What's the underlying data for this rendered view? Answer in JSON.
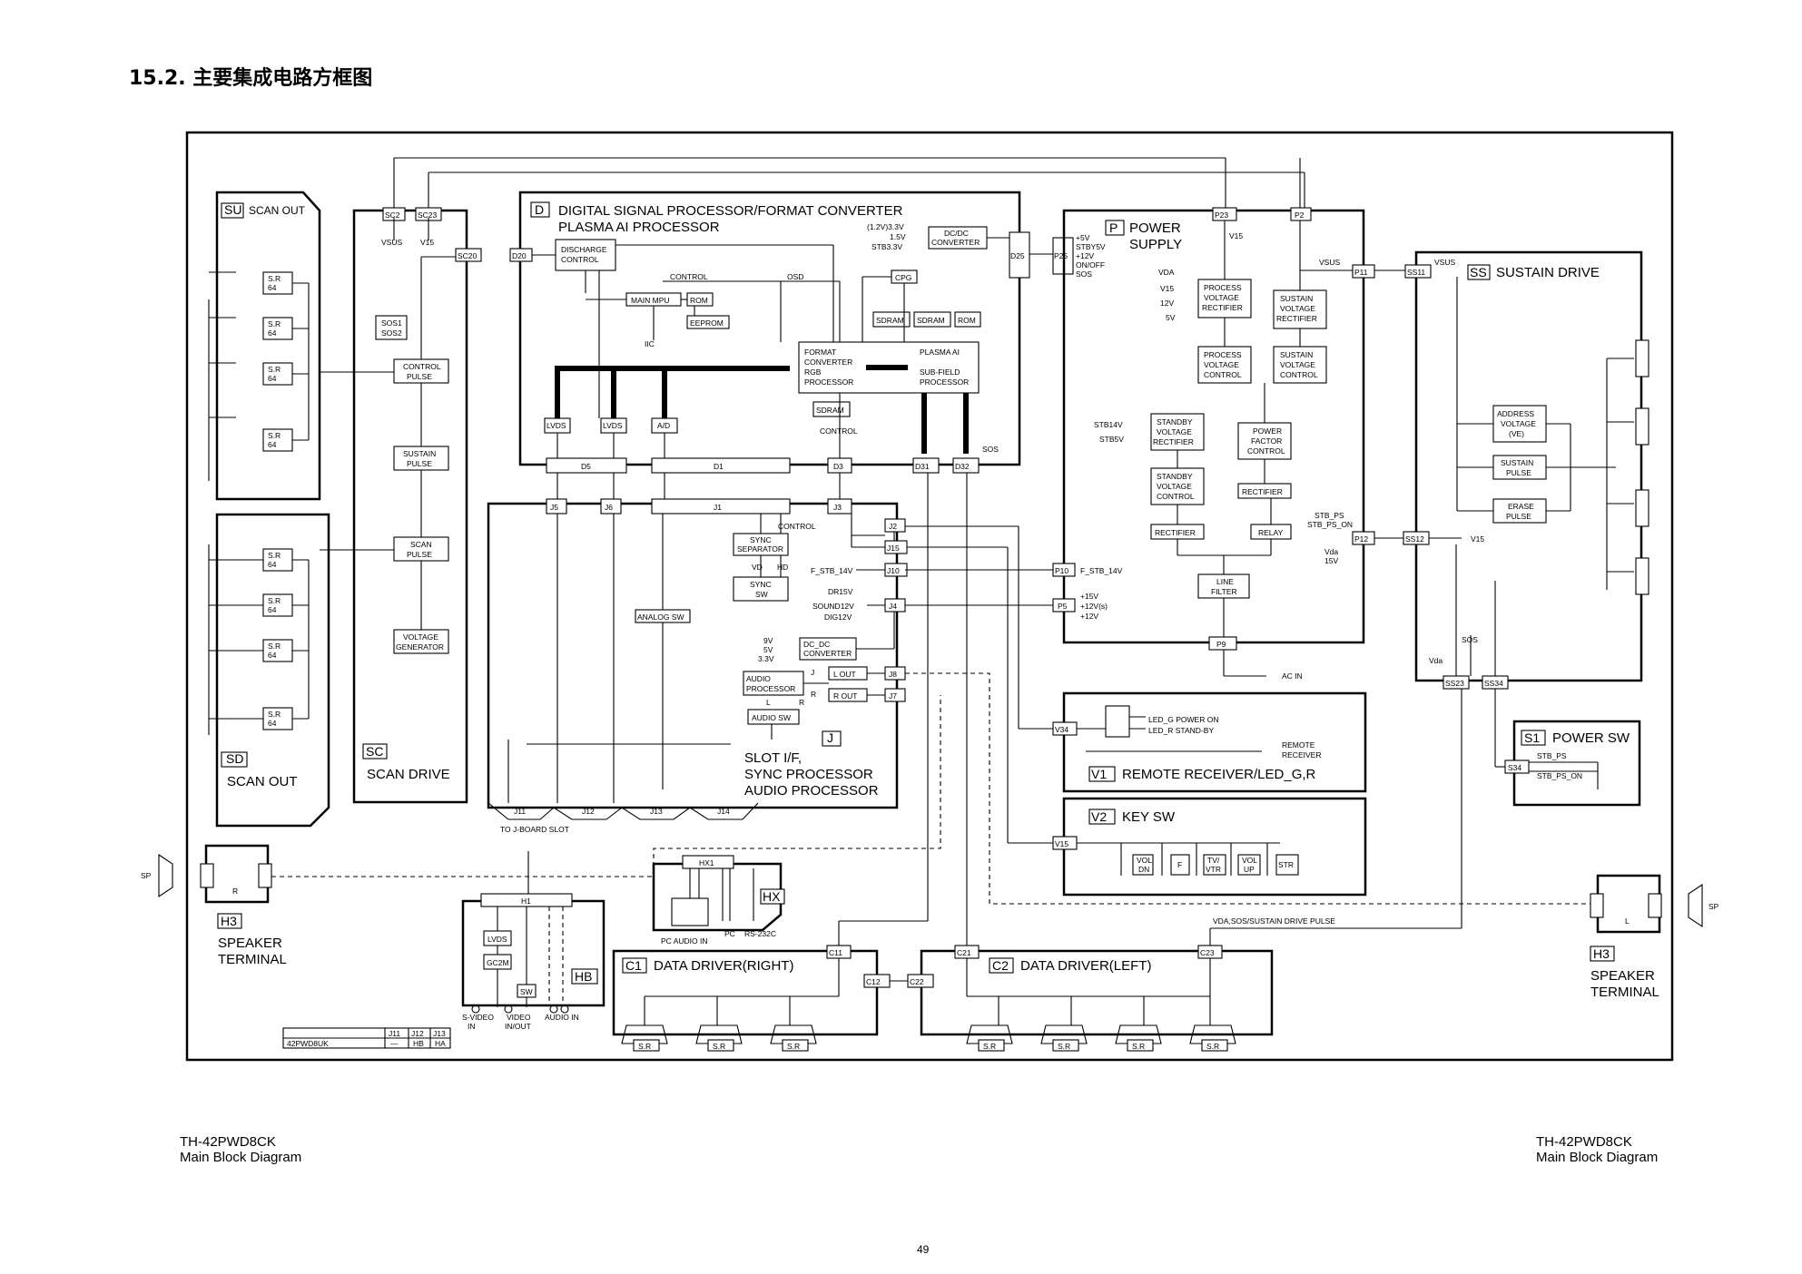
{
  "page": {
    "section_title": "15.2.  主要集成电路方框图",
    "footer_left_model": "TH-42PWD8CK",
    "footer_left_caption": "Main Block Diagram",
    "footer_right_model": "TH-42PWD8CK",
    "footer_right_caption": "Main Block Diagram",
    "page_number": "49"
  },
  "boards": {
    "su": {
      "tag": "SU",
      "name": "SCAN OUT"
    },
    "sd": {
      "tag": "SD",
      "name": "SCAN OUT"
    },
    "sc": {
      "tag": "SC",
      "name": "SCAN DRIVE"
    },
    "d": {
      "tag": "D",
      "line1": "DIGITAL SIGNAL PROCESSOR/FORMAT CONVERTER",
      "line2": "PLASMA AI PROCESSOR"
    },
    "p": {
      "tag": "P",
      "line1": "POWER",
      "line2": "SUPPLY"
    },
    "ss": {
      "tag": "SS",
      "name": "SUSTAIN DRIVE"
    },
    "j": {
      "tag": "J",
      "line1": "SLOT I/F,",
      "line2": "SYNC PROCESSOR",
      "line3": "AUDIO PROCESSOR"
    },
    "v1": {
      "tag": "V1",
      "name": "REMOTE RECEIVER/LED_G,R"
    },
    "v2": {
      "tag": "V2",
      "name": "KEY SW"
    },
    "s1": {
      "tag": "S1",
      "name": "POWER SW"
    },
    "hx": {
      "tag": "HX"
    },
    "hb": {
      "tag": "HB"
    },
    "c1": {
      "tag": "C1",
      "name": "DATA DRIVER(RIGHT)"
    },
    "c2": {
      "tag": "C2",
      "name": "DATA DRIVER(LEFT)"
    },
    "h3_left": {
      "tag": "H3",
      "line1": "SPEAKER",
      "line2": "TERMINAL"
    },
    "h3_right": {
      "tag": "H3",
      "line1": "SPEAKER",
      "line2": "TERMINAL"
    }
  },
  "labels": {
    "sr": "S.R",
    "sr64": "64",
    "sc2": "SC2",
    "sc23": "SC23",
    "sc20": "SC20",
    "vsus": "VSUS",
    "v15": "V15",
    "sos1": "SOS1",
    "sos2": "SOS2",
    "control_pulse_1": "CONTROL",
    "control_pulse_2": "PULSE",
    "sustain_pulse_1": "SUSTAIN",
    "sustain_pulse_2": "PULSE",
    "scan_pulse_1": "SCAN",
    "scan_pulse_2": "PULSE",
    "voltage_gen_1": "VOLTAGE",
    "voltage_gen_2": "GENERATOR",
    "d20": "D20",
    "discharge_1": "DISCHARGE",
    "discharge_2": "CONTROL",
    "control": "CONTROL",
    "osd": "OSD",
    "main_mpu": "MAIN MPU",
    "rom": "ROM",
    "eeprom": "EEPROM",
    "iic": "IIC",
    "cpg": "CPG",
    "sdram": "SDRAM",
    "dcdc_in_1": "(1.2V)3.3V",
    "dcdc_in_2": "1.5V",
    "dcdc_in_3": "STB3.3V",
    "dcdc_1": "DC/DC",
    "dcdc_2": "CONVERTER",
    "d25": "D25",
    "p25": "P25",
    "p25_out_1": "+5V",
    "p25_out_2": "STBY5V",
    "p25_out_3": "+12V",
    "p25_out_4": "ON/OFF",
    "p25_out_5": "SOS",
    "fc_1": "FORMAT",
    "fc_2": "CONVERTER",
    "fc_3": "RGB",
    "fc_4": "PROCESSOR",
    "pai_1": "PLASMA AI",
    "pai_2": "SUB-FIELD",
    "pai_3": "PROCESSOR",
    "lvds": "LVDS",
    "ad": "A/D",
    "d5": "D5",
    "d1": "D1",
    "d3": "D3",
    "d31": "D31",
    "d32": "D32",
    "sos": "SOS",
    "j5": "J5",
    "j6": "J6",
    "j1": "J1",
    "j3": "J3",
    "j2": "J2",
    "j15": "J15",
    "j10": "J10",
    "j4": "J4",
    "j8": "J8",
    "j7": "J7",
    "sync_sep_1": "SYNC",
    "sync_sep_2": "SEPARATOR",
    "vd": "VD",
    "hd": "HD",
    "sync_sw_1": "SYNC",
    "sync_sw_2": "SW",
    "analog_sw": "ANALOG SW",
    "f_stb_14v": "F_STB_14V",
    "dr15v": "DR15V",
    "sound12v": "SOUND12V",
    "dig12v": "DIG12V",
    "v9": "9V",
    "v5": "5V",
    "v33": "3.3V",
    "dc_dc_1": "DC_DC",
    "dc_dc_2": "CONVERTER",
    "audio_proc_1": "AUDIO",
    "audio_proc_2": "PROCESSOR",
    "l_out": "L OUT",
    "r_out": "R OUT",
    "l": "L",
    "r": "R",
    "audio_sw": "AUDIO SW",
    "j11": "J11",
    "j12": "J12",
    "j13": "J13",
    "j14": "J14",
    "to_jboard": "TO J-BOARD SLOT",
    "p23": "P23",
    "p2": "P2",
    "p11": "P11",
    "ss11": "SS11",
    "vda": "VDA",
    "v12": "12V",
    "v5b": "5V",
    "pv_rect_1": "PROCESS",
    "pv_rect_2": "VOLTAGE",
    "pv_rect_3": "RECTIFIER",
    "sv_rect_1": "SUSTAIN",
    "sv_rect_2": "VOLTAGE",
    "sv_rect_3": "RECTIFIER",
    "pv_ctrl_1": "PROCESS",
    "pv_ctrl_2": "VOLTAGE",
    "pv_ctrl_3": "CONTROL",
    "sv_ctrl_1": "SUSTAIN",
    "sv_ctrl_2": "VOLTAGE",
    "sv_ctrl_3": "CONTROL",
    "stb14v": "STB14V",
    "stb5v": "STB5V",
    "sb_rect_1": "STANDBY",
    "sb_rect_2": "VOLTAGE",
    "sb_rect_3": "RECTIFIER",
    "sb_ctrl_1": "STANDBY",
    "sb_ctrl_2": "VOLTAGE",
    "sb_ctrl_3": "CONTROL",
    "pfc_1": "POWER",
    "pfc_2": "FACTOR",
    "pfc_3": "CONTROL",
    "rectifier": "RECTIFIER",
    "relay": "RELAY",
    "line_filter_1": "LINE",
    "line_filter_2": "FILTER",
    "p9": "P9",
    "ac_in": "AC IN",
    "p10": "P10",
    "p5": "P5",
    "p5_out_1": "+15V",
    "p5_out_2": "+12V(s)",
    "p5_out_3": "+12V",
    "stb_ps": "STB_PS",
    "stb_ps_on": "STB_PS_ON",
    "p12": "P12",
    "ss12": "SS12",
    "vda_b": "Vda",
    "v15b": "15V",
    "addr_1": "ADDRESS",
    "addr_2": "VOLTAGE",
    "addr_3": "(VE)",
    "erase_1": "ERASE",
    "erase_2": "PULSE",
    "ss23": "SS23",
    "ss34": "SS34",
    "v34": "V34",
    "led_g": "LED_G POWER ON",
    "led_r": "LED_R STAND-BY",
    "remote_1": "REMOTE",
    "remote_2": "RECEIVER",
    "vol_dn_1": "VOL",
    "vol_dn_2": "DN",
    "f": "F",
    "tv_vtr_1": "TV/",
    "tv_vtr_2": "VTR",
    "vol_up_1": "VOL",
    "vol_up_2": "UP",
    "str": "STR",
    "s34": "S34",
    "hx1": "HX1",
    "pc_audio_in": "PC AUDIO IN",
    "pc": "PC",
    "rs232c": "RS-232C",
    "h1": "H1",
    "gc2m": "GC2M",
    "sw": "SW",
    "s_video_1": "S-VIDEO",
    "s_video_2": "IN",
    "video_1": "VIDEO",
    "video_2": "IN/OUT",
    "audio_in": "AUDIO IN",
    "c11": "C11",
    "c12": "C12",
    "c22": "C22",
    "c21": "C21",
    "c23": "C23",
    "vda_sos": "VDA,SOS/SUSTAIN DRIVE PULSE",
    "sp": "SP"
  },
  "model_table": {
    "headers": [
      "",
      "J11",
      "J12",
      "J13"
    ],
    "row": [
      "42PWD8UK",
      "—",
      "HB",
      "HA"
    ]
  }
}
